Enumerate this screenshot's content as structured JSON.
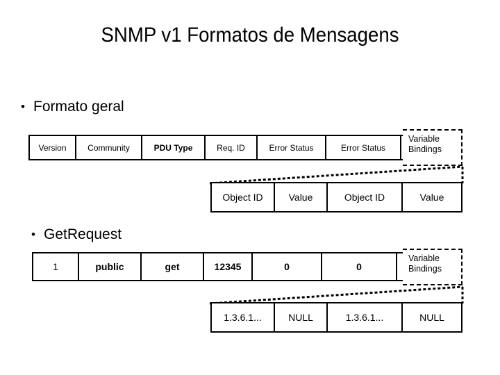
{
  "slide": {
    "title": "SNMP v1 Formatos de Mensagens",
    "bullet_glyph": "•"
  },
  "sections": [
    {
      "id": "formato-geral",
      "bullet_label": "Formato geral",
      "header_row": {
        "cells": [
          "Version",
          "Community",
          "PDU Type",
          "Req. ID",
          "Error Status",
          "Error Status"
        ],
        "variable_bindings": {
          "line1": "Variable",
          "line2": "Bindings"
        }
      },
      "detail_row": {
        "cells": [
          "Object ID",
          "Value",
          "Object ID",
          "Value"
        ]
      }
    },
    {
      "id": "getrequest",
      "bullet_label": "GetRequest",
      "header_row": {
        "cells": [
          "1",
          "public",
          "get",
          "12345",
          "0",
          "0"
        ],
        "variable_bindings": {
          "line1": "Variable",
          "line2": "Bindings"
        }
      },
      "detail_row": {
        "cells": [
          "1.3.6.1...",
          "NULL",
          "1.3.6.1...",
          "NULL"
        ]
      }
    }
  ],
  "colors": {
    "background": "#ffffff",
    "stroke": "#000000",
    "text": "#000000"
  }
}
